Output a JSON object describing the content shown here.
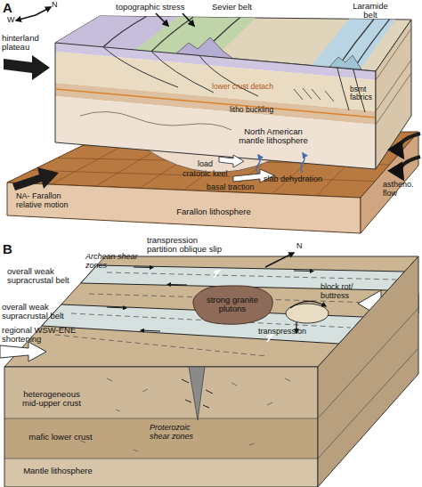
{
  "diagram": {
    "nodes": [
      {
        "text": [
          "North American mantle lithosphere"
        ]
      },
      {
        "text": [
          "Farallon lithosphere"
        ]
      },
      {
        "text": [
          "strong granite plutons"
        ]
      },
      {
        "text": [
          "heterogeneous mid-upper crust"
        ]
      },
      {
        "text": [
          "mafic lower crust"
        ]
      },
      {
        "text": [
          "Mantle lithosphere"
        ]
      }
    ],
    "labels": [
      "A",
      "W",
      "N",
      "hinterland plateau",
      "topographic stress",
      "Sevier belt",
      "Laramide belt",
      "lower crust detach",
      "litho buckling",
      "bsmt fabrics",
      "load",
      "cratonic keel",
      "slab dehydration",
      "basal traction",
      "astheno. flow",
      "NA- Farallon relative motion",
      "B",
      "N",
      "Archean shear zones",
      "transpression partition oblique slip",
      "overall weak supracrustal belt",
      "overall weak supracrustal belt",
      "block rot/ buttress",
      "regional WSW-ENE shortening",
      "transpression",
      "Proterozoic shear zones"
    ]
  }
}
